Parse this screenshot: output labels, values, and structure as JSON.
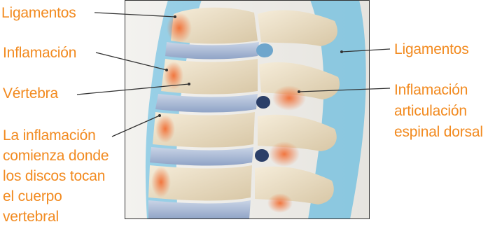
{
  "labels": {
    "ligamentos_left": "Ligamentos",
    "inflamacion_left": "Inflamación",
    "vertebra": "Vértebra",
    "inflamacion_discos": [
      "La inflamación",
      "comienza donde",
      "los discos tocan",
      "el cuerpo",
      "vertebral"
    ],
    "ligamentos_right": "Ligamentos",
    "inflamacion_articulacion": [
      "Inflamación",
      "articulación",
      "espinal dorsal"
    ]
  },
  "colors": {
    "label_text": "#f28a1f",
    "leader_line": "#333333",
    "ligament_blue": "#4fb4e0",
    "bone": "#e9dcc4",
    "inflammation": "#e8603a",
    "frame_border": "#333333"
  },
  "icons": {
    "illustration": "spine-anatomy-illustration"
  }
}
